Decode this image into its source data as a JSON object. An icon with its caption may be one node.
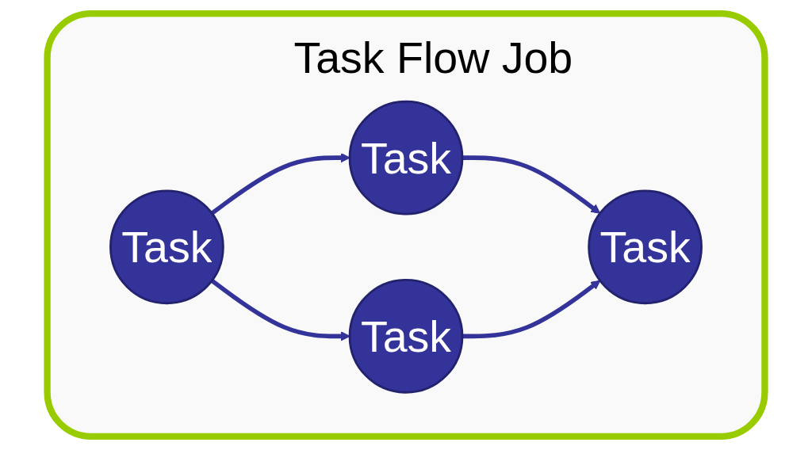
{
  "diagram": {
    "nodes": [
      {
        "text": [
          "Task Flow Job"
        ]
      },
      {
        "text": [
          "Task"
        ],
        "in": 0
      },
      {
        "text": [
          "Task"
        ],
        "in": 0
      },
      {
        "text": [
          "Task"
        ],
        "in": 0
      },
      {
        "text": [
          "Task"
        ],
        "in": 0
      }
    ],
    "edges": [
      {
        "from": 1,
        "to": 2,
        "arrow": "to"
      },
      {
        "from": 1,
        "to": 3,
        "arrow": "to"
      },
      {
        "from": 2,
        "to": 4,
        "arrow": "to"
      },
      {
        "from": 3,
        "to": 4,
        "arrow": "to"
      }
    ]
  }
}
